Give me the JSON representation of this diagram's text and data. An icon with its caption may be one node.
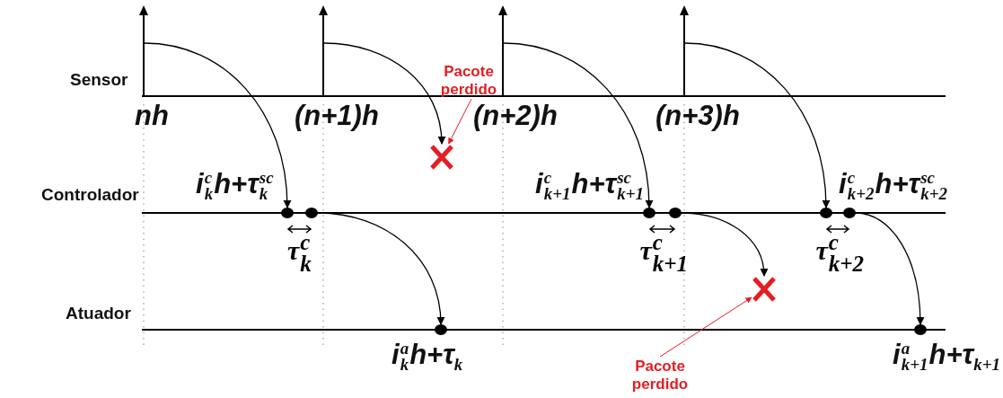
{
  "diagram": {
    "nodes": [
      {
        "text": [],
        "shape": "bar",
        "beside": [
          "nh"
        ]
      },
      {
        "text": [],
        "shape": "bar",
        "beside": [
          "(n+1)h"
        ]
      },
      {
        "text": [
          "Pacote perdido"
        ]
      },
      {
        "text": [],
        "shape": "bar",
        "beside": [
          "(n+2)h"
        ]
      },
      {
        "text": [],
        "shape": "bar",
        "beside": [
          "(n+3)h"
        ]
      },
      {
        "text": [],
        "shape": "cross"
      },
      {
        "text": [],
        "shape": "circle",
        "beside": [
          "i$^{c}$$_{k}$h+τ$^{sc}$$_{k}$"
        ]
      },
      {
        "text": [],
        "shape": "circle"
      },
      {
        "text": [],
        "shape": "circle",
        "beside": [
          "i$^{c}$$_{k+1}$h+τ$^{sc}$$_{k+1}$"
        ]
      },
      {
        "text": [],
        "shape": "circle"
      },
      {
        "text": [],
        "shape": "circle",
        "beside": [
          "i$^{c}$$_{k+2}$h+τ$^{sc}$$_{k+2}$"
        ]
      },
      {
        "text": [],
        "shape": "circle"
      },
      {
        "text": [],
        "shape": "cross"
      },
      {
        "text": [],
        "shape": "circle",
        "beside": [
          "i$^{a}$$_{k}$h+τ$_{k}$"
        ]
      },
      {
        "text": [],
        "shape": "circle",
        "beside": [
          "i$^{a}$$_{k+1}$h+τ$_{k+1}$"
        ]
      },
      {
        "text": [
          "Pacote perdido"
        ]
      }
    ],
    "edges": [
      {
        "from": 0,
        "to": 6,
        "arrow": "to"
      },
      {
        "from": 1,
        "to": 5,
        "arrow": "to"
      },
      {
        "from": 3,
        "to": 8,
        "arrow": "to"
      },
      {
        "from": 4,
        "to": 10,
        "arrow": "to"
      },
      {
        "from": 7,
        "to": 13,
        "arrow": "to"
      },
      {
        "from": 9,
        "to": 12,
        "arrow": "to"
      },
      {
        "from": 11,
        "to": 14,
        "arrow": "to"
      },
      {
        "from": 2,
        "to": 5,
        "arrow": "to",
        "color": "#e31e24"
      },
      {
        "from": 15,
        "to": 12,
        "arrow": "to",
        "color": "#e31e24"
      }
    ],
    "labels": [
      "Sensor",
      "Controlador",
      "τ$^{c}$$_{k}$",
      "τ$^{c}$$_{k+1}$",
      "τ$^{c}$$_{k+2}$",
      "Atuador"
    ]
  }
}
